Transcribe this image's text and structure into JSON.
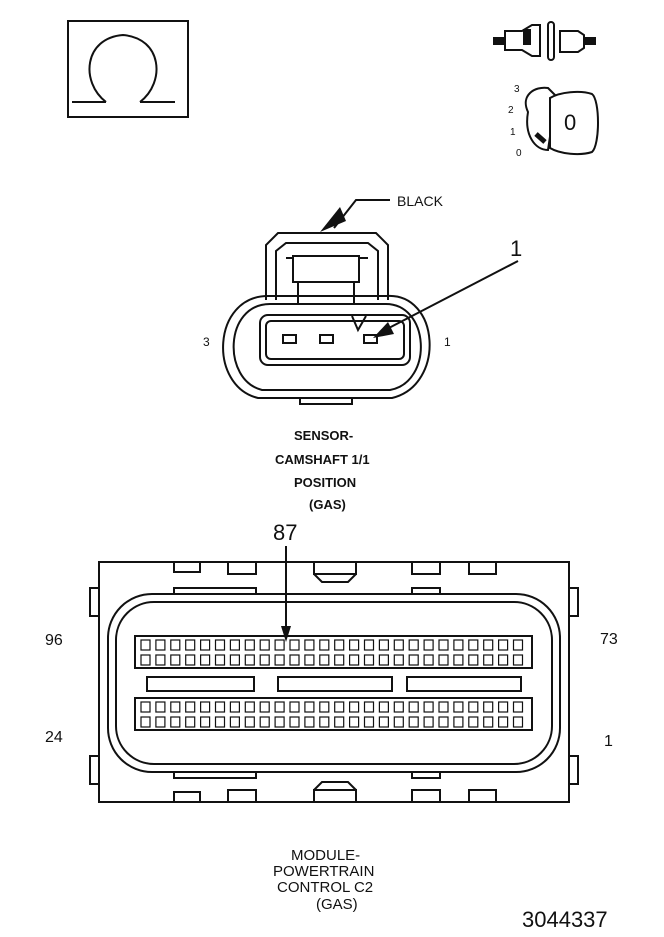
{
  "ohm_symbol": "Ω",
  "key_switch": {
    "positions": [
      "3",
      "2",
      "1",
      "0"
    ],
    "key_label": "0"
  },
  "sensor_connector": {
    "color_callout": "BLACK",
    "pin_callout": "1",
    "left_cavity": "3",
    "right_cavity": "1",
    "title_lines": [
      "SENSOR-",
      "CAMSHAFT 1/1",
      "POSITION",
      "(GAS)"
    ]
  },
  "pcm_connector": {
    "pin_callout": "87",
    "corner_top_left": "96",
    "corner_top_right": "73",
    "corner_bottom_left": "24",
    "corner_bottom_right": "1",
    "title_lines": [
      "MODULE-",
      "POWERTRAIN",
      "CONTROL C2",
      "(GAS)"
    ]
  },
  "figure_number": "3044337"
}
